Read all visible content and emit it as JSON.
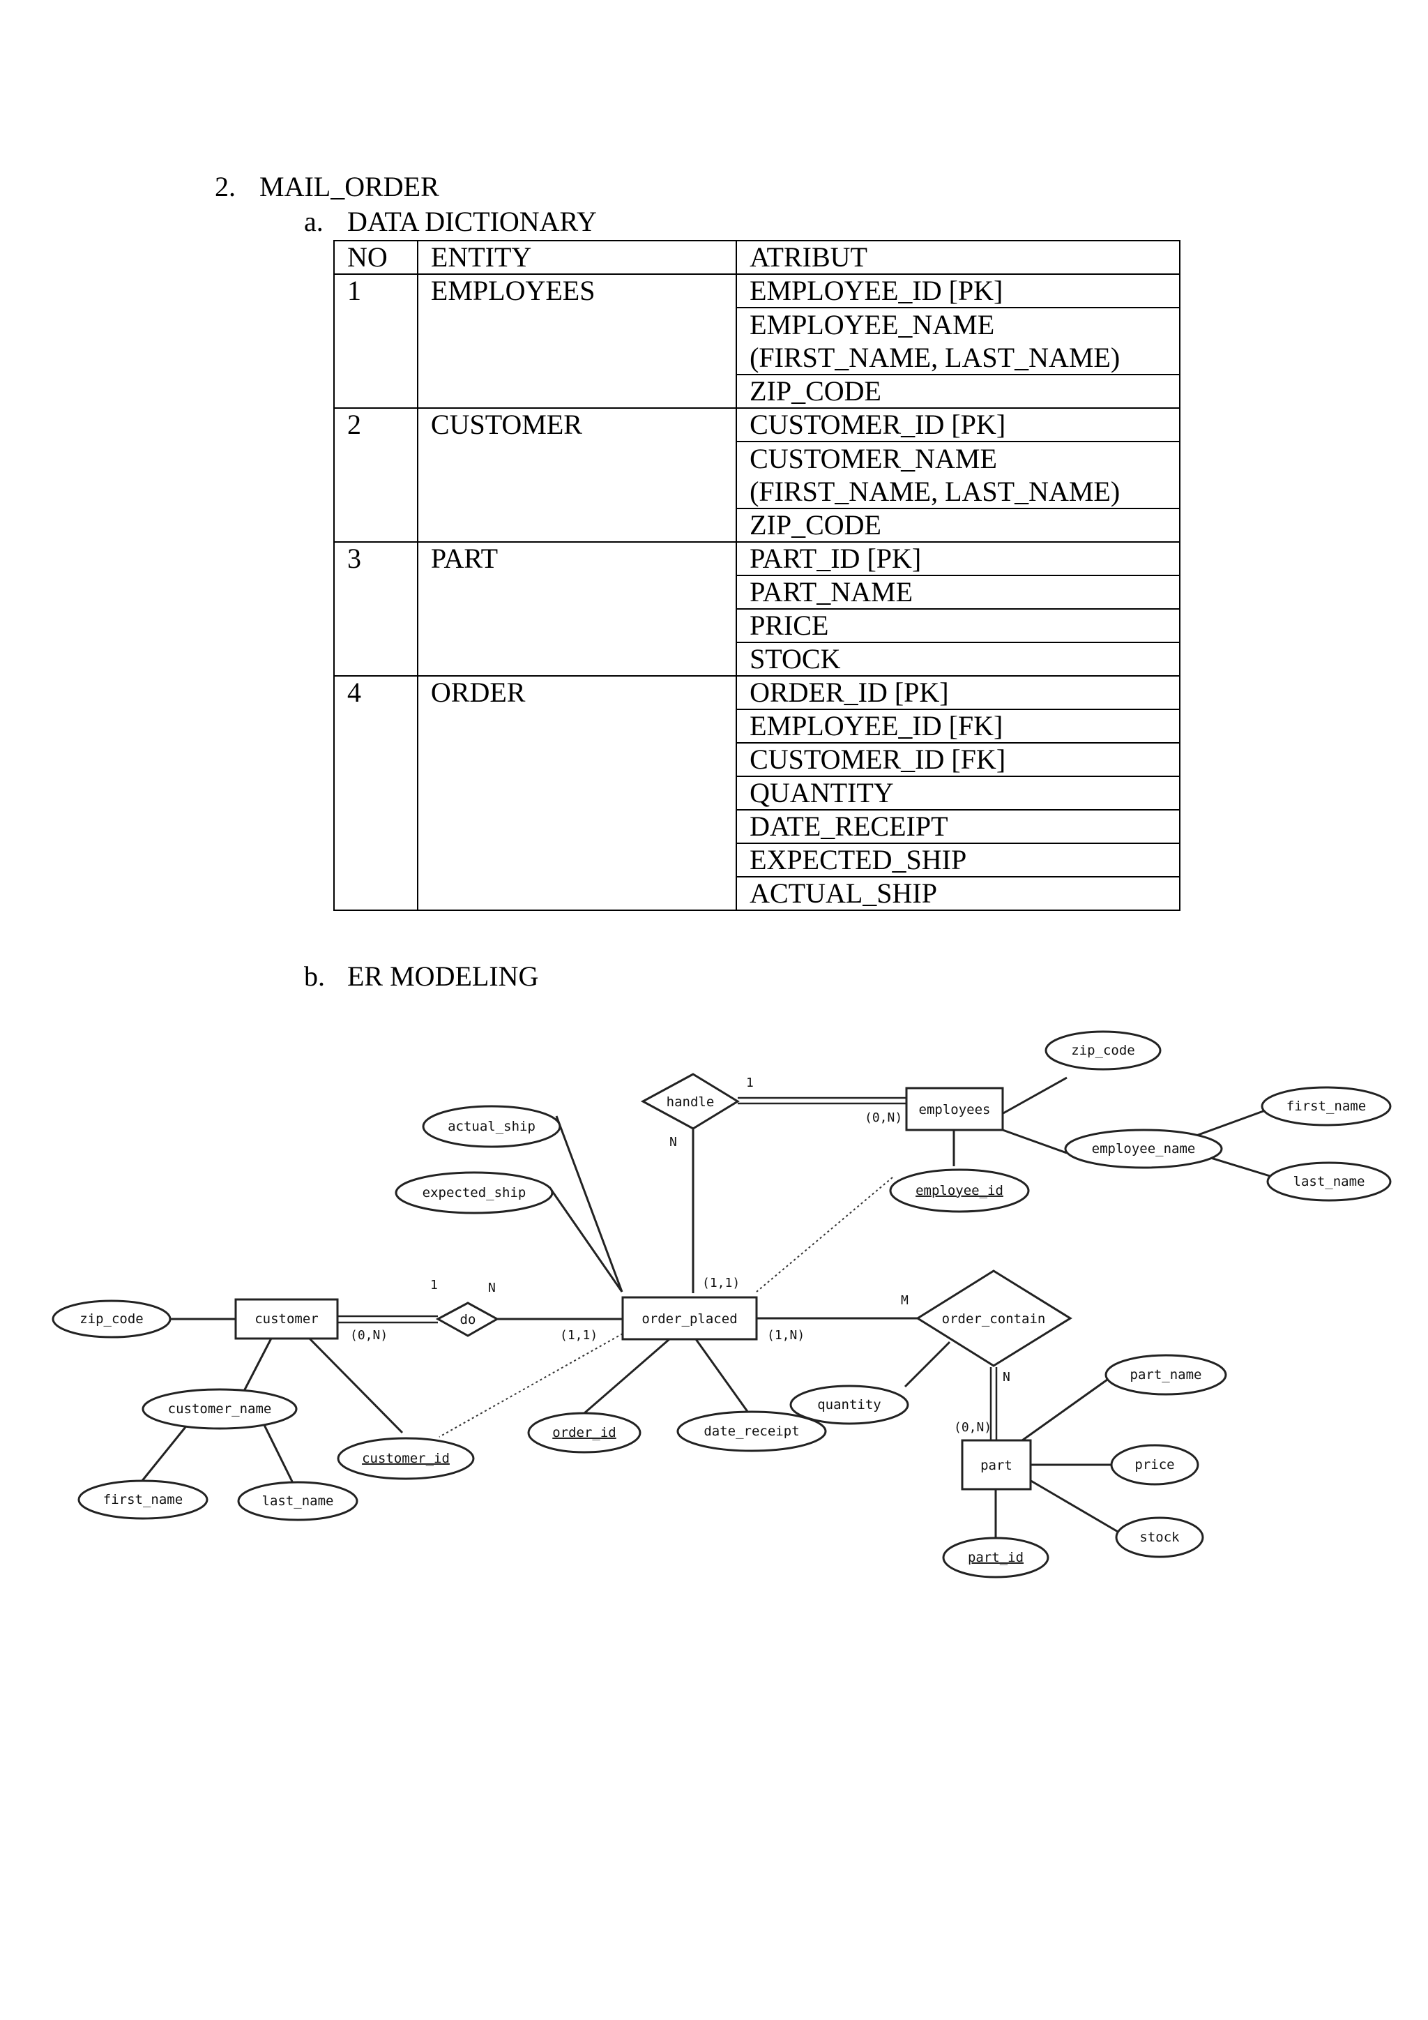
{
  "section": {
    "number": "2.",
    "title": "MAIL_ORDER"
  },
  "sub_a": {
    "label": "a.",
    "title": "DATA DICTIONARY"
  },
  "sub_b": {
    "label": "b.",
    "title": "ER MODELING"
  },
  "table": {
    "headers": [
      "NO",
      "ENTITY",
      "ATRIBUT"
    ],
    "rows": [
      {
        "no": "1",
        "entity": "EMPLOYEES",
        "attributes": [
          "EMPLOYEE_ID [PK]",
          "EMPLOYEE_NAME\n(FIRST_NAME, LAST_NAME)",
          "ZIP_CODE"
        ]
      },
      {
        "no": "2",
        "entity": "CUSTOMER",
        "attributes": [
          "CUSTOMER_ID [PK]",
          "CUSTOMER_NAME\n(FIRST_NAME, LAST_NAME)",
          "ZIP_CODE"
        ]
      },
      {
        "no": "3",
        "entity": "PART",
        "attributes": [
          "PART_ID [PK]",
          "PART_NAME",
          "PRICE",
          "STOCK"
        ]
      },
      {
        "no": "4",
        "entity": "ORDER",
        "attributes": [
          "ORDER_ID [PK]",
          "EMPLOYEE_ID [FK]",
          "CUSTOMER_ID [FK]",
          "QUANTITY",
          "DATE_RECEIPT",
          "EXPECTED_SHIP",
          "ACTUAL_SHIP"
        ]
      }
    ]
  },
  "er": {
    "entities": {
      "customer": "customer",
      "order_placed": "order_placed",
      "employees": "employees",
      "part": "part"
    },
    "relationships": {
      "do": "do",
      "handle": "handle",
      "order_contain": "order_contain"
    },
    "attributes": {
      "zip_code_emp": "zip_code",
      "first_name_emp": "first_name",
      "employee_name": "employee_name",
      "last_name_emp": "last_name",
      "employee_id": "employee_id",
      "actual_ship": "actual_ship",
      "expected_ship": "expected_ship",
      "zip_code_cust": "zip_code",
      "customer_name": "customer_name",
      "first_name_cust": "first_name",
      "last_name_cust": "last_name",
      "customer_id": "customer_id",
      "order_id": "order_id",
      "date_receipt": "date_receipt",
      "quantity": "quantity",
      "part_name": "part_name",
      "price": "price",
      "stock": "stock",
      "part_id": "part_id"
    },
    "cardinalities": {
      "handle_one": "1",
      "handle_emp": "(0,N)",
      "handle_n": "N",
      "order_handle": "(1,1)",
      "do_one": "1",
      "do_n": "N",
      "cust_do": "(0,N)",
      "order_do": "(1,1)",
      "order_contain": "(1,N)",
      "contain_m": "M",
      "contain_n": "N",
      "part_contain": "(0,N)"
    }
  }
}
